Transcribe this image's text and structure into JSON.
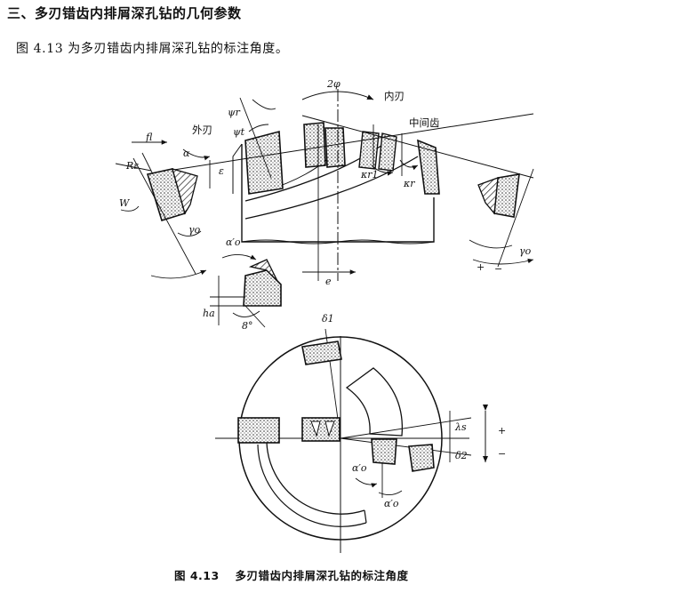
{
  "section_heading": "三、多刃错齿内排屑深孔钻的几何参数",
  "intro_text": "图 4.13 为多刃错齿内排屑深孔钻的标注角度。",
  "figure": {
    "labels": {
      "two_phi": "2φ",
      "inner_edge": "内刃",
      "middle_tooth": "中间齿",
      "outer_edge": "外刃",
      "psi_r": "ψr",
      "psi_t": "ψt",
      "fl_o": "fl",
      "r_e": "Rε",
      "alpha_o": "α",
      "epsilon": "ε",
      "w_o": "W",
      "gamma_o": "γo",
      "kappa_r1": "κr1",
      "kappa_r2": "κr",
      "alpha_o_prime": "α′o",
      "h_a": "ha",
      "eight_deg": "8°",
      "e": "e",
      "gamma_right": "γo",
      "plus_sign": "+",
      "minus_sign": "−",
      "delta_1": "δ1",
      "lambda_s": "λs",
      "delta_2": "δ2",
      "alpha_prime_b": "α′o",
      "alpha_prime_c": "α′o",
      "plus_right": "+",
      "minus_right": "−"
    }
  },
  "figure_caption": "图 4.13　 多刃错齿内排屑深孔钻的标注角度"
}
